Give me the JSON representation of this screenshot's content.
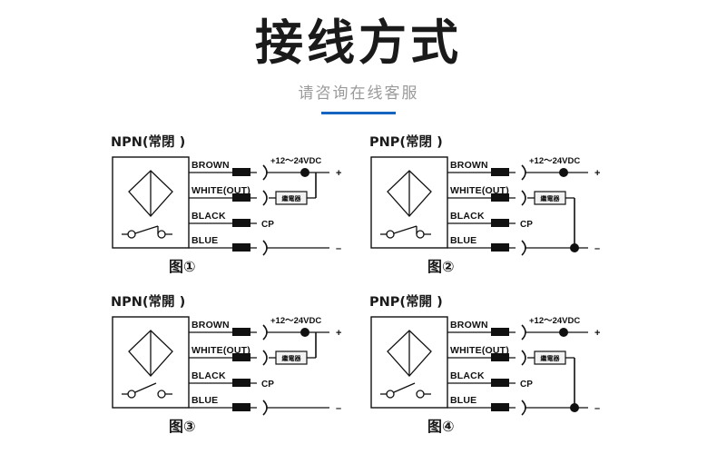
{
  "header": {
    "title": "接线方式",
    "subtitle": "请咨询在线客服",
    "accent_color": "#1565c0"
  },
  "common": {
    "wire_labels": {
      "brown": "BROWN",
      "white": "WHITE(OUT)",
      "black": "BLACK",
      "blue": "BLUE"
    },
    "supply_label": "+12～24VDC",
    "plus_sign": "+",
    "minus_sign": "–",
    "cp_label": "CP",
    "relay_label": "繼電器"
  },
  "diagrams": [
    {
      "id": "npn-nc",
      "title": "NPN(常閉 )",
      "caption": "图①",
      "type": "NPN",
      "contact": "normally-closed",
      "relay_connects_to": "plus"
    },
    {
      "id": "pnp-nc",
      "title": "PNP(常閉 )",
      "caption": "图②",
      "type": "PNP",
      "contact": "normally-closed",
      "relay_connects_to": "minus"
    },
    {
      "id": "npn-no",
      "title": "NPN(常開 )",
      "caption": "图③",
      "type": "NPN",
      "contact": "normally-open",
      "relay_connects_to": "plus"
    },
    {
      "id": "pnp-no",
      "title": "PNP(常開 )",
      "caption": "图④",
      "type": "PNP",
      "contact": "normally-open",
      "relay_connects_to": "minus"
    }
  ]
}
